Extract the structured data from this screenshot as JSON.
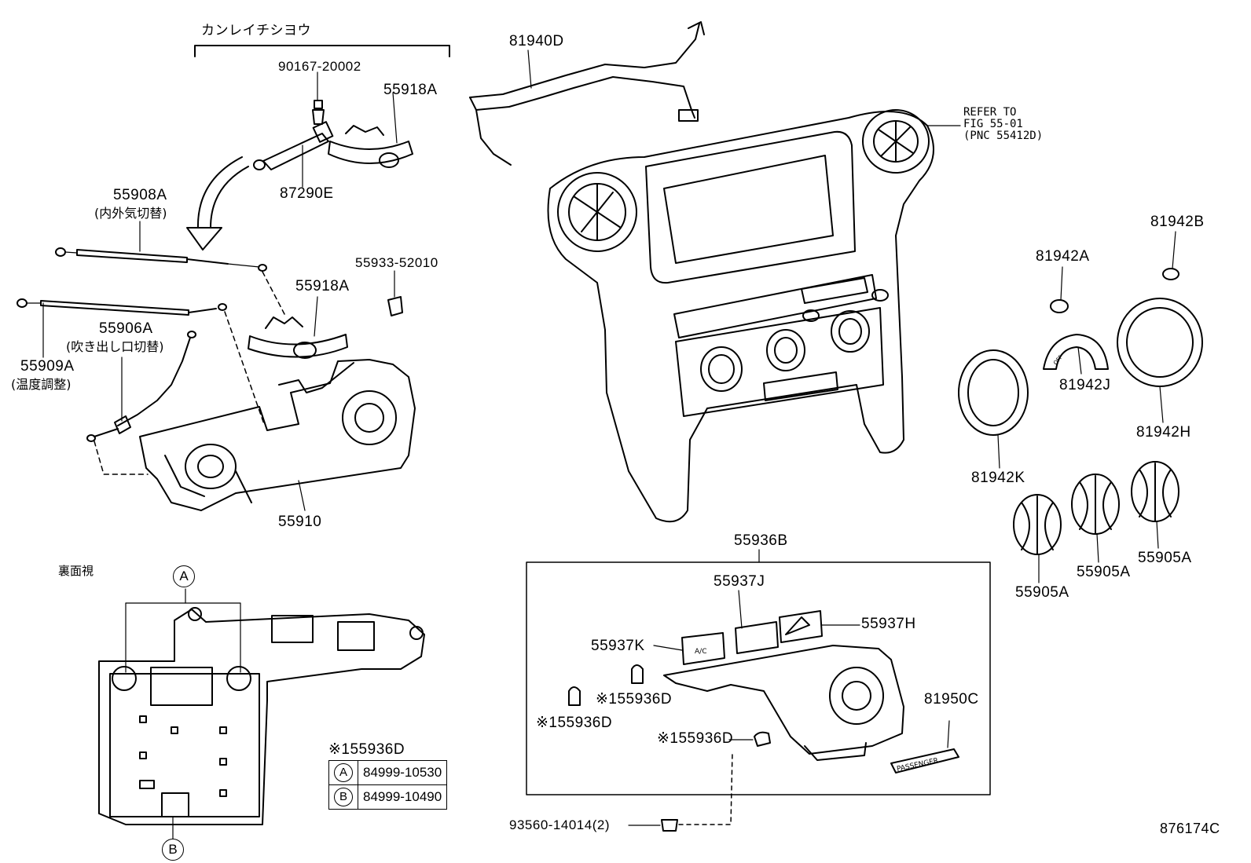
{
  "labels": {
    "kanrei": "カンレイチシヨウ",
    "p_90167": "90167-20002",
    "p_55918A_top": "55918A",
    "p_87290E": "87290E",
    "p_55908A": "55908A",
    "p_55908A_sub": "(内外気切替)",
    "p_55933": "55933-52010",
    "p_55918A_mid": "55918A",
    "p_55906A": "55906A",
    "p_55906A_sub": "(吹き出し口切替)",
    "p_55909A": "55909A",
    "p_55909A_sub": "(温度調整)",
    "p_55910": "55910",
    "p_81940D": "81940D",
    "refer": "REFER TO\nFIG 55-01\n(PNC 55412D)",
    "p_81942B": "81942B",
    "p_81942A": "81942A",
    "p_81942J": "81942J",
    "p_81942H": "81942H",
    "p_81942K": "81942K",
    "p_55905A_1": "55905A",
    "p_55905A_2": "55905A",
    "p_55905A_3": "55905A",
    "p_55936B": "55936B",
    "p_55937J": "55937J",
    "p_55937H": "55937H",
    "p_55937K": "55937K",
    "p_155936D_a": "※155936D",
    "p_155936D_b": "※155936D",
    "p_155936D_c": "※155936D",
    "p_81950C": "81950C",
    "p_93560": "93560-14014(2)",
    "ura": "裏面視",
    "circle_a": "A",
    "circle_b": "B",
    "footer_code": "876174C",
    "passenger": "PASSENGER",
    "ac": "A/C",
    "off": "OFF"
  },
  "table": {
    "title": "※155936D",
    "rows": [
      {
        "mark": "A",
        "part": "84999-10530"
      },
      {
        "mark": "B",
        "part": "84999-10490"
      }
    ]
  }
}
